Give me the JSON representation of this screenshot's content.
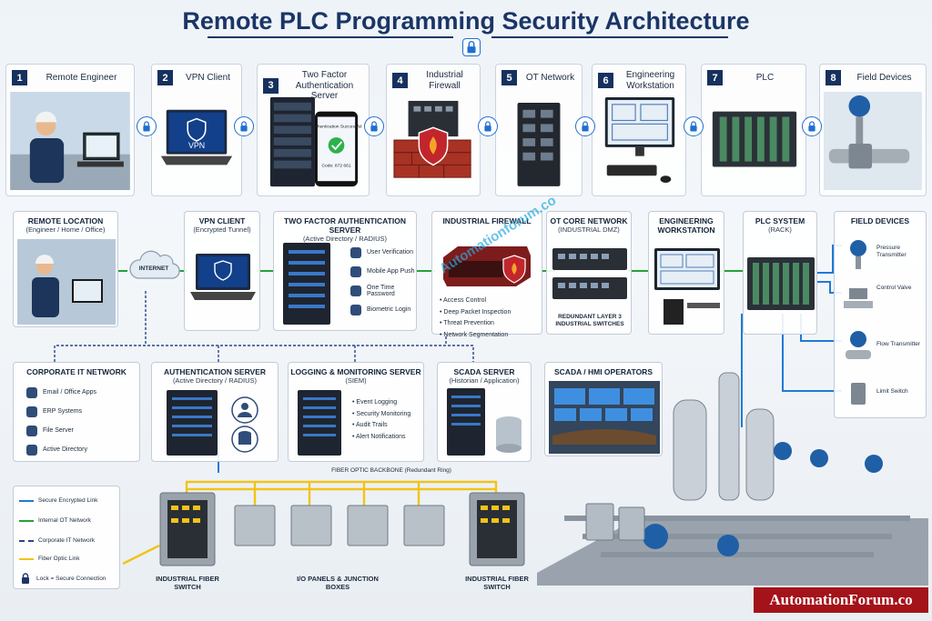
{
  "title": "Remote PLC Programming Security Architecture",
  "top_steps": [
    {
      "num": "1",
      "label": "Remote Engineer"
    },
    {
      "num": "2",
      "label": "VPN Client"
    },
    {
      "num": "3",
      "label": "Two Factor Authentication Server"
    },
    {
      "num": "4",
      "label": "Industrial Firewall"
    },
    {
      "num": "5",
      "label": "OT Network"
    },
    {
      "num": "6",
      "label": "Engineering Workstation"
    },
    {
      "num": "7",
      "label": "PLC"
    },
    {
      "num": "8",
      "label": "Field Devices"
    }
  ],
  "top_art": {
    "vpn_screen": "VPN",
    "auth_success": "Authentication Successful",
    "auth_code": "Code: 872 661"
  },
  "middle": {
    "remote_location": {
      "title": "REMOTE LOCATION",
      "sub": "(Engineer / Home / Office)"
    },
    "internet": "INTERNET",
    "vpn_client": {
      "title": "VPN CLIENT",
      "sub": "(Encrypted Tunnel)"
    },
    "tfa_server": {
      "title": "TWO FACTOR AUTHENTICATION SERVER",
      "sub": "(Active Directory / RADIUS)",
      "items": [
        "User Verification",
        "Mobile App Push",
        "One Time Password",
        "Biometric Login"
      ]
    },
    "firewall": {
      "title": "INDUSTRIAL FIREWALL",
      "items": [
        "Access Control",
        "Deep Packet Inspection",
        "Threat Prevention",
        "Network Segmentation"
      ]
    },
    "ot_core": {
      "title": "OT CORE NETWORK",
      "sub": "(INDUSTRIAL DMZ)",
      "caption": "REDUNDANT LAYER 3 INDUSTRIAL SWITCHES"
    },
    "eng_ws": {
      "title": "ENGINEERING WORKSTATION"
    },
    "plc": {
      "title": "PLC SYSTEM",
      "sub": "(RACK)"
    },
    "field": {
      "title": "FIELD DEVICES",
      "items": [
        "Pressure Transmitter",
        "Control Valve",
        "Flow Transmitter",
        "Limit Switch"
      ]
    }
  },
  "lower": {
    "corp_it": {
      "title": "CORPORATE IT NETWORK",
      "items": [
        "Email / Office Apps",
        "ERP Systems",
        "File Server",
        "Active Directory"
      ]
    },
    "auth_server": {
      "title": "AUTHENTICATION SERVER",
      "sub": "(Active Directory / RADIUS)"
    },
    "siem": {
      "title": "LOGGING & MONITORING SERVER",
      "sub": "(SIEM)",
      "items": [
        "Event Logging",
        "Security Monitoring",
        "Audit Trails",
        "Alert Notifications"
      ]
    },
    "scada": {
      "title": "SCADA SERVER",
      "sub": "(Historian / Application)"
    },
    "hmi": {
      "title": "SCADA / HMI OPERATORS"
    }
  },
  "backbone": {
    "label": "FIBER OPTIC BACKBONE (Redundant Ring)",
    "left_switch": "INDUSTRIAL FIBER SWITCH",
    "panels": "I/O PANELS & JUNCTION BOXES",
    "right_switch": "INDUSTRIAL FIBER SWITCH"
  },
  "legend": [
    {
      "label": "Secure Encrypted Link",
      "color": "#1f7ad8",
      "style": "solid"
    },
    {
      "label": "Internal OT Network",
      "color": "#25a23a",
      "style": "solid"
    },
    {
      "label": "Corporate IT Network",
      "color": "#27468a",
      "style": "dashed"
    },
    {
      "label": "Fiber Optic Link",
      "color": "#f2c318",
      "style": "solid"
    },
    {
      "label": "Lock = Secure Connection",
      "color": "#1b3566",
      "style": "lock"
    }
  ],
  "watermark": "Automationforum.co",
  "brand": "AutomationForum.co",
  "colors": {
    "secure": "#1f7ad8",
    "ot": "#25a23a",
    "it": "#27468a",
    "fiber": "#f2c318",
    "navy": "#16315e",
    "brand_red": "#a4121a"
  }
}
